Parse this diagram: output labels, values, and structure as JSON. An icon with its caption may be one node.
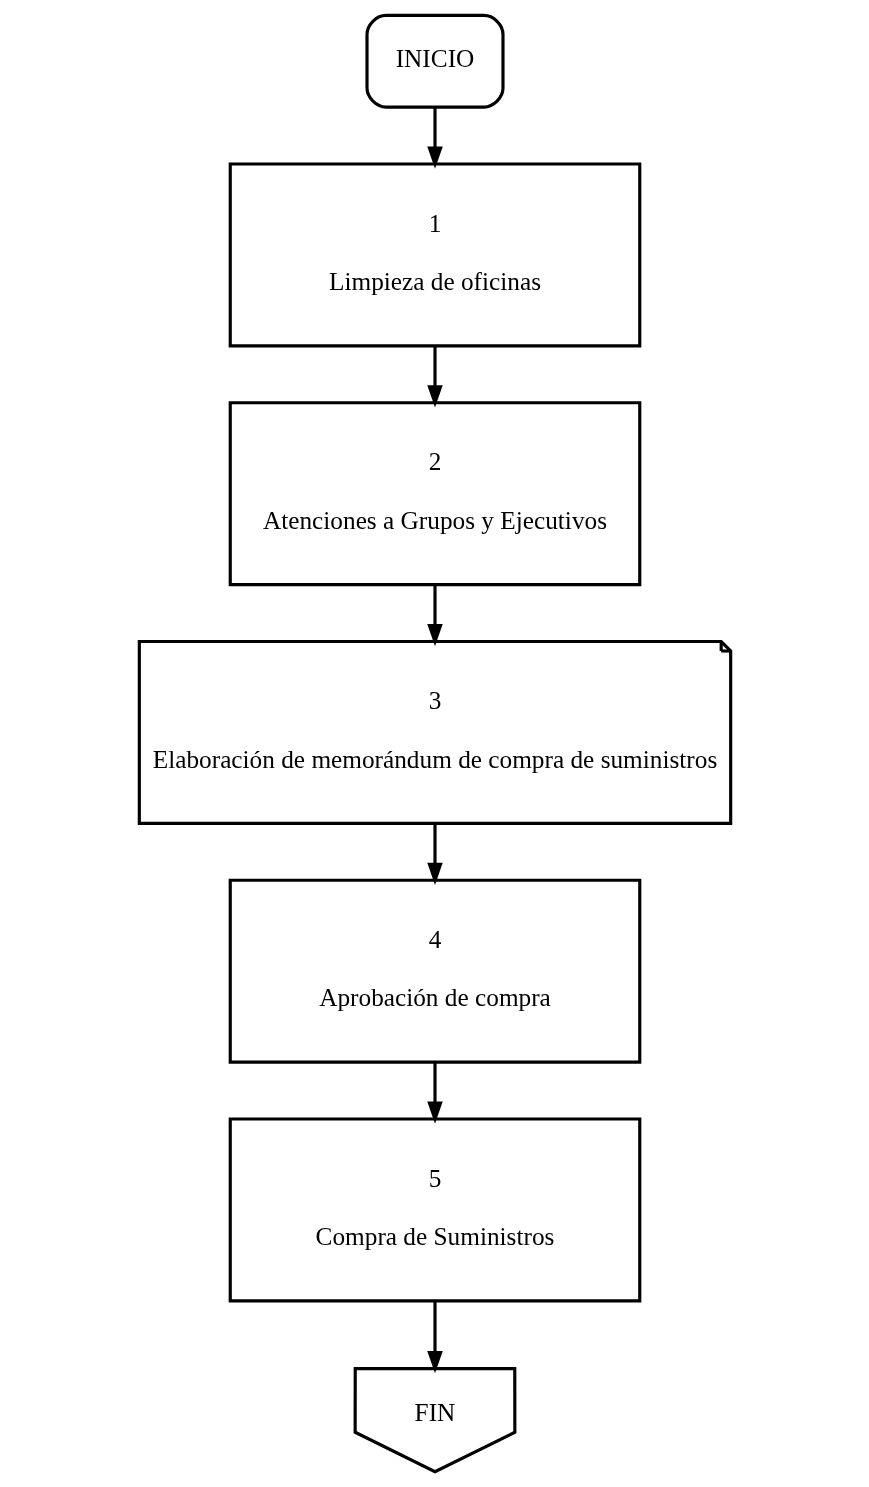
{
  "diagram": {
    "nodes": [
      {
        "text": [
          "INICIO"
        ]
      },
      {
        "text": [
          "1",
          "Limpieza de oficinas"
        ]
      },
      {
        "text": [
          "2",
          "Atenciones a Grupos y Ejecutivos"
        ]
      },
      {
        "text": [
          "3",
          "Elaboración de memorándum de compra de suministros"
        ]
      },
      {
        "text": [
          "4",
          "Aprobación de compra"
        ]
      },
      {
        "text": [
          "5",
          "Compra de Suministros"
        ]
      },
      {
        "text": [
          "FIN"
        ]
      }
    ],
    "edges": [
      {
        "from": 0,
        "to": 1,
        "arrow": "to"
      },
      {
        "from": 1,
        "to": 2,
        "arrow": "to"
      },
      {
        "from": 2,
        "to": 3,
        "arrow": "to"
      },
      {
        "from": 3,
        "to": 4,
        "arrow": "to"
      },
      {
        "from": 4,
        "to": 5,
        "arrow": "to"
      },
      {
        "from": 5,
        "to": 6,
        "arrow": "to"
      }
    ]
  }
}
